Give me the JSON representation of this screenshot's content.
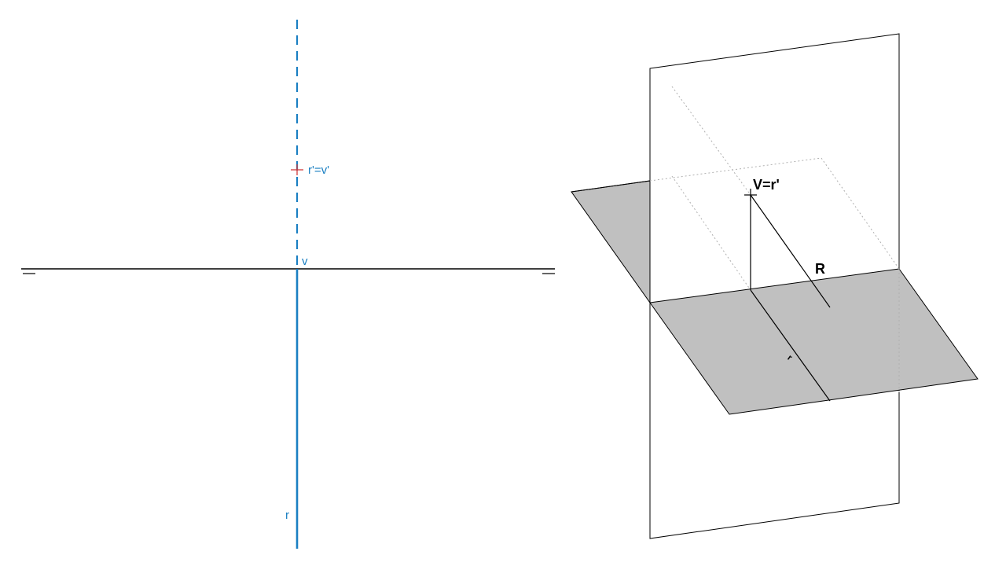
{
  "left_view": {
    "label_projection": "r'=v'",
    "label_trace": "v",
    "label_line": "r"
  },
  "right_view": {
    "label_point": "V=r'",
    "label_plane": "R",
    "label_line": "r"
  },
  "colors": {
    "line_blue": "#1a7fc2",
    "mark_red": "#d23c3c",
    "plane_fill": "#c0c0c0",
    "ink": "#000000",
    "hidden": "#b0b0b0"
  }
}
